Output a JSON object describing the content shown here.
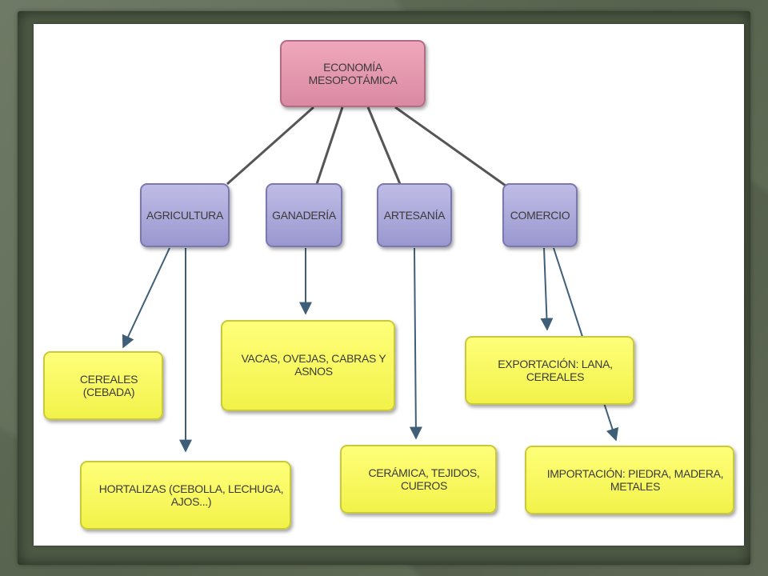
{
  "root": {
    "label": "ECONOMÍA MESOPOTÁMICA"
  },
  "categories": [
    {
      "label": "AGRICULTURA"
    },
    {
      "label": "GANADERÍA"
    },
    {
      "label": "ARTESANÍA"
    },
    {
      "label": "COMERCIO"
    }
  ],
  "leaves": {
    "cereales": "CEREALES (CEBADA)",
    "hortalizas": "HORTALIZAS (CEBOLLA, LECHUGA, AJOS...)",
    "animales": "VACAS, OVEJAS, CABRAS Y ASNOS",
    "artesania": "CERÁMICA, TEJIDOS, CUEROS",
    "exportacion": "EXPORTACIÓN: LANA, CEREALES",
    "importacion": "IMPORTACIÓN: PIEDRA, MADERA, METALES"
  },
  "colors": {
    "root_fill": "#e59ab0",
    "category_fill": "#aaa7da",
    "leaf_fill": "#f7f75c",
    "line": "#444444",
    "arrow": "#3f5f78"
  }
}
